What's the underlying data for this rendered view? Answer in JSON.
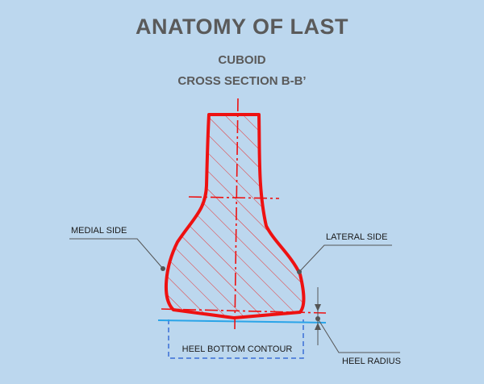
{
  "title": "ANATOMY OF LAST",
  "subtitle": "CUBOID",
  "section": "CROSS SECTION  B-B’",
  "labels": {
    "medial_side": "MEDIAL SIDE",
    "lateral_side": "LATERAL SIDE",
    "heel_bottom_contour": "HEEL BOTTOM CONTOUR",
    "heel_radius": "HEEL RADIUS"
  },
  "colors": {
    "background": "#bcd7ee",
    "outline": "#ee1111",
    "hatch": "#e83030",
    "centerline": "#ee1111",
    "contour": "#2aa4e8",
    "dashed_box": "#3a6fd6",
    "leader": "#555555"
  }
}
